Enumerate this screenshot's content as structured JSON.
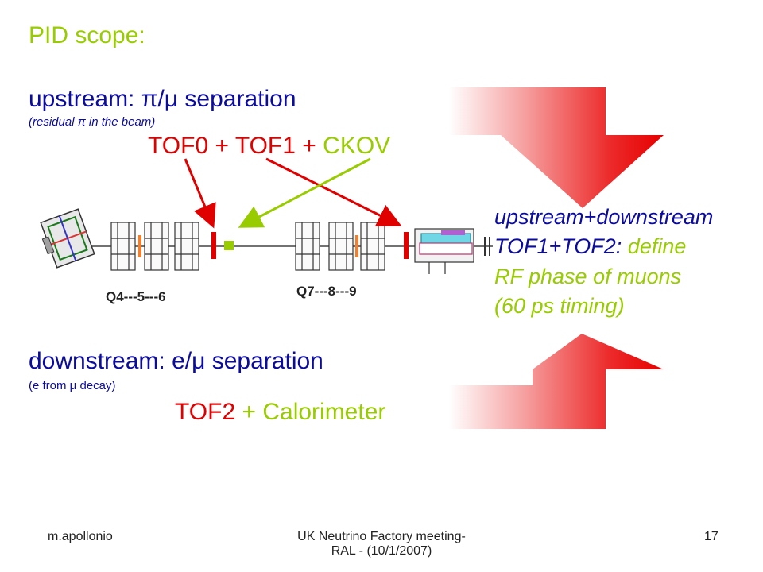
{
  "slide": {
    "title": "PID scope:",
    "upstream": {
      "heading_prefix": "upstream:",
      "heading_symbols": "π/μ",
      "heading_suffix": "separation",
      "note": "(residual π in the beam)",
      "formula_tof0": "TOF0",
      "formula_plus1": "+",
      "formula_tof1": "TOF1",
      "formula_plus2": "+",
      "formula_ckov": "CKOV"
    },
    "quads": {
      "left": "Q4---5---6",
      "right": "Q7---8---9"
    },
    "downstream": {
      "heading_prefix": "downstream:",
      "heading_symbols": "e/μ",
      "heading_suffix": "separation",
      "note": "(e from μ decay)",
      "formula_tof2": "TOF2",
      "formula_rest": "+ Calorimeter"
    },
    "right_panel": {
      "line1": "upstream+downstream",
      "line2_blue": "TOF1+TOF2:",
      "line2_green": "define",
      "line3": "RF phase of muons",
      "line4": "(60 ps timing)"
    }
  },
  "footer": {
    "author": "m.apollonio",
    "meeting_line1": "UK Neutrino Factory meeting-",
    "meeting_line2": "RAL - (10/1/2007)",
    "page_number": "17"
  },
  "colors": {
    "green": "#99cc00",
    "blue": "#0b0ba0",
    "red": "#e00000",
    "arrow_red": "#e60000"
  }
}
